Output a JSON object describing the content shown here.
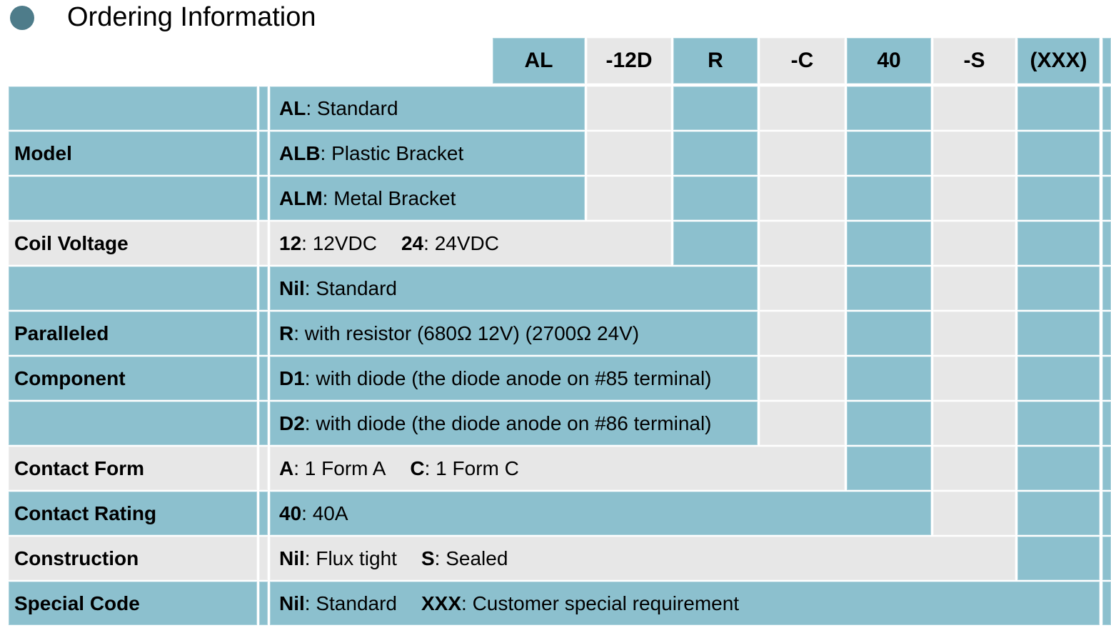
{
  "title": "Ordering Information",
  "colors": {
    "teal": "#8cc0ce",
    "gray": "#e7e7e7",
    "bullet": "#4e7c8a",
    "text": "#000000"
  },
  "part_number": {
    "segments": [
      {
        "code": "AL",
        "tone": "teal"
      },
      {
        "code": "-12D",
        "tone": "gray"
      },
      {
        "code": "R",
        "tone": "teal"
      },
      {
        "code": "-C",
        "tone": "gray"
      },
      {
        "code": "40",
        "tone": "teal"
      },
      {
        "code": "-S",
        "tone": "gray"
      },
      {
        "code": "(XXX)",
        "tone": "teal"
      }
    ]
  },
  "rows": [
    {
      "label": "",
      "parts": [
        {
          "code": "AL",
          "text": ": Standard"
        }
      ]
    },
    {
      "label": "Model",
      "parts": [
        {
          "code": "ALB",
          "text": ": Plastic Bracket"
        }
      ]
    },
    {
      "label": "",
      "parts": [
        {
          "code": "ALM",
          "text": ": Metal Bracket"
        }
      ]
    },
    {
      "label": "Coil Voltage",
      "parts": [
        {
          "code": "12",
          "text": ": 12VDC"
        },
        {
          "code": "24",
          "text": ": 24VDC"
        }
      ]
    },
    {
      "label": "",
      "parts": [
        {
          "code": "Nil",
          "text": ": Standard"
        }
      ]
    },
    {
      "label": "Paralleled",
      "parts": [
        {
          "code": "R",
          "text": ": with resistor (680Ω 12V) (2700Ω 24V)"
        }
      ]
    },
    {
      "label": "Component",
      "parts": [
        {
          "code": "D1",
          "text": ": with diode (the diode anode on #85 terminal)"
        }
      ]
    },
    {
      "label": "",
      "parts": [
        {
          "code": "D2",
          "text": ": with diode (the diode anode on #86 terminal)"
        }
      ]
    },
    {
      "label": "Contact Form",
      "parts": [
        {
          "code": "A",
          "text": ": 1 Form A"
        },
        {
          "code": "C",
          "text": ": 1 Form C"
        }
      ]
    },
    {
      "label": "Contact Rating",
      "parts": [
        {
          "code": "40",
          "text": ": 40A"
        }
      ]
    },
    {
      "label": "Construction",
      "parts": [
        {
          "code": "Nil",
          "text": ": Flux tight"
        },
        {
          "code": "S",
          "text": ": Sealed"
        }
      ]
    },
    {
      "label": "Special Code",
      "parts": [
        {
          "code": "Nil",
          "text": ": Standard"
        },
        {
          "code": "XXX",
          "text": ": Customer special requirement"
        }
      ]
    }
  ]
}
